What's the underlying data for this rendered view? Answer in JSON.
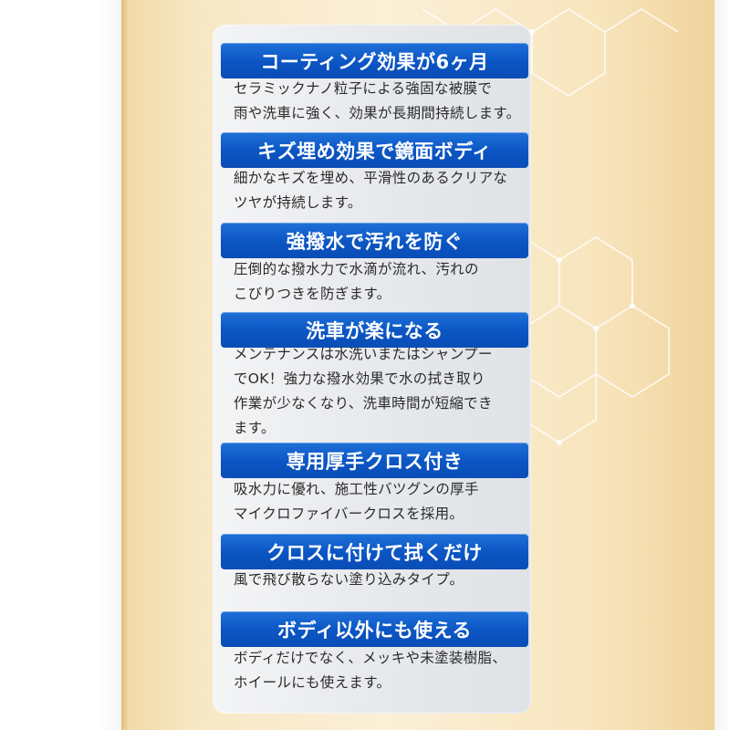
{
  "features": [
    {
      "title": "コーティング効果が6ヶ月",
      "desc": [
        "セラミックナノ粒子による強固な被膜で",
        "雨や洗車に強く、効果が長期間持続します。"
      ]
    },
    {
      "title": "キズ埋め効果で鏡面ボディ",
      "desc": [
        "細かなキズを埋め、平滑性のあるクリアな",
        "ツヤが持続します。"
      ]
    },
    {
      "title": "強撥水で汚れを防ぐ",
      "desc": [
        "圧倒的な撥水力で水滴が流れ、汚れの",
        "こびりつきを防ぎます。"
      ]
    },
    {
      "title": "洗車が楽になる",
      "desc": [
        "メンテナンスは水洗いまたはシャンプー",
        "でOK！強力な撥水効果で水の拭き取り",
        "作業が少なくなり、洗車時間が短縮でき",
        "ます。"
      ]
    },
    {
      "title": "専用厚手クロス付き",
      "desc": [
        "吸水力に優れ、施工性バツグンの厚手",
        "マイクロファイバークロスを採用。"
      ]
    },
    {
      "title": "クロスに付けて拭くだけ",
      "desc": [
        "風で飛び散らない塗り込みタイプ。"
      ]
    },
    {
      "title": "ボディ以外にも使える",
      "desc": [
        "ボディだけでなく、メッキや未塗装樹脂、",
        "ホイールにも使えます。"
      ]
    }
  ],
  "colors": {
    "pill_blue": "#0b55c3",
    "package_gold": "#f7e7c4",
    "accent_cyan": "#3cc3d8"
  }
}
